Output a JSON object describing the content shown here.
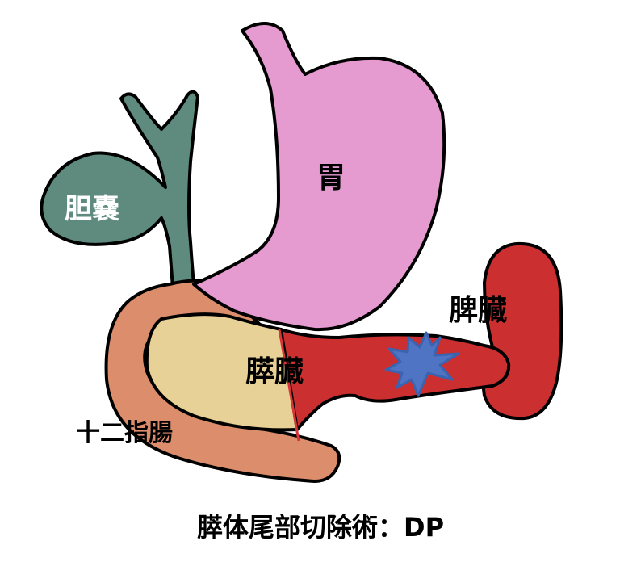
{
  "title": "膵体尾部切除術：DP",
  "labels": {
    "gallbladder": "胆嚢",
    "stomach": "胃",
    "pancreas": "膵臓",
    "spleen": "脾臓",
    "duodenum": "十二指腸"
  },
  "colors": {
    "gallbladder": "#5e8b7e",
    "stomach": "#e59ad0",
    "pancreas_head": "#e8d196",
    "pancreas_tail": "#cb2f30",
    "spleen": "#cb2f30",
    "duodenum": "#dc8e6c",
    "tumor": "#4f74c4",
    "tumor_border": "#3a63b0",
    "resection_line": "#d9343a",
    "outline": "#000000",
    "label_dark": "#000000",
    "label_light": "#ffffff"
  },
  "annotations": {
    "tumor": "tumor-burst",
    "resection_line": "cut-line"
  }
}
